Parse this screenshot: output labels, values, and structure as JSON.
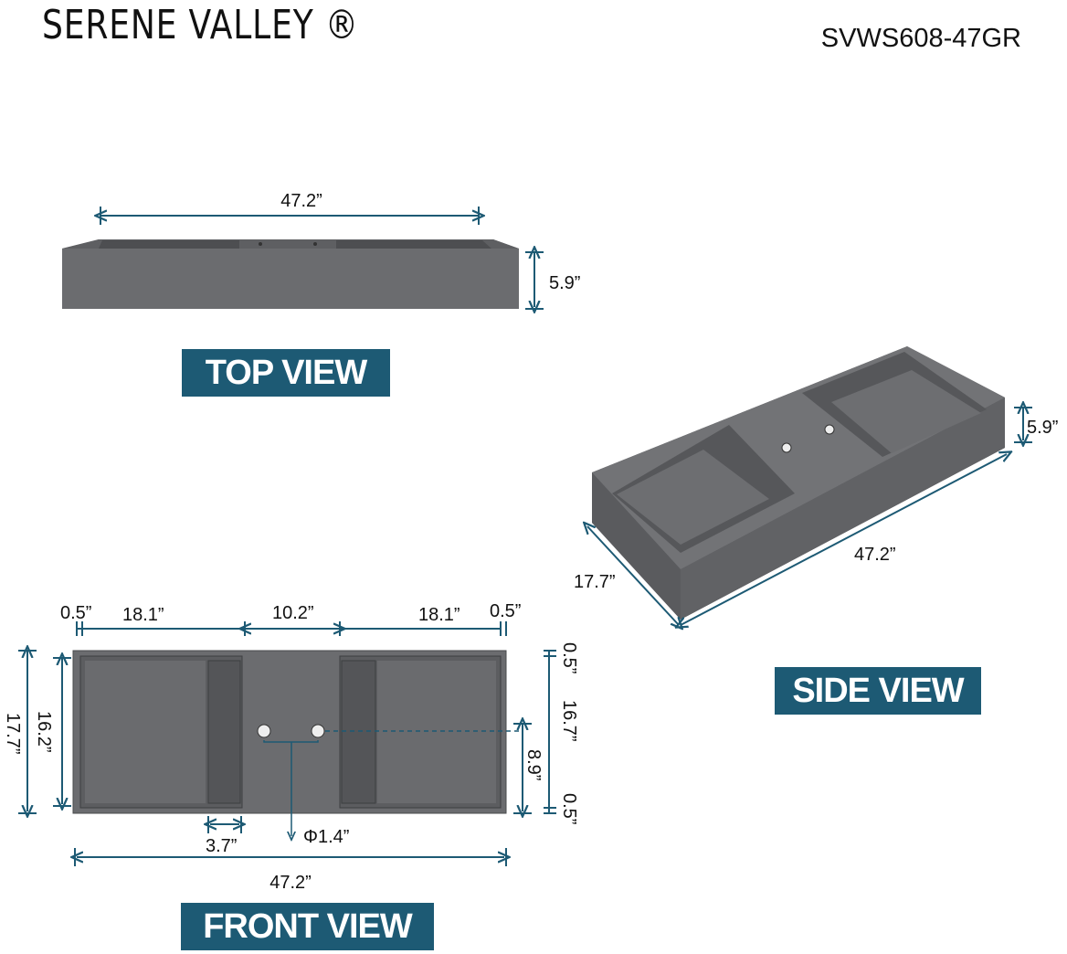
{
  "brand": "SERENE VALLEY ®",
  "model": "SVWS608-47GR",
  "views": {
    "top": "TOP VIEW",
    "side": "SIDE VIEW",
    "front": "FRONT VIEW"
  },
  "top_view": {
    "width": "47.2”",
    "height": "5.9”"
  },
  "side_view": {
    "height": "5.9”",
    "length": "47.2”",
    "depth": "17.7”"
  },
  "front_view": {
    "margin_left": "0.5”",
    "basin_left": "18.1”",
    "center": "10.2”",
    "basin_right": "18.1”",
    "margin_right": "0.5”",
    "overall_depth": "17.7”",
    "basin_depth": "16.2”",
    "rim_top": "0.5”",
    "inner_depth": "16.7”",
    "hole_offset": "8.9”",
    "rim_bottom": "0.5”",
    "ledge": "3.7”",
    "hole_diameter": "Φ1.4”",
    "overall_width": "47.2”"
  },
  "colors": {
    "stone": "#6b6c6f",
    "stone_dark": "#555659",
    "stone_light": "#7a7b7e",
    "dimension_line": "#1d5a74",
    "label_bg": "#1d5a74"
  }
}
